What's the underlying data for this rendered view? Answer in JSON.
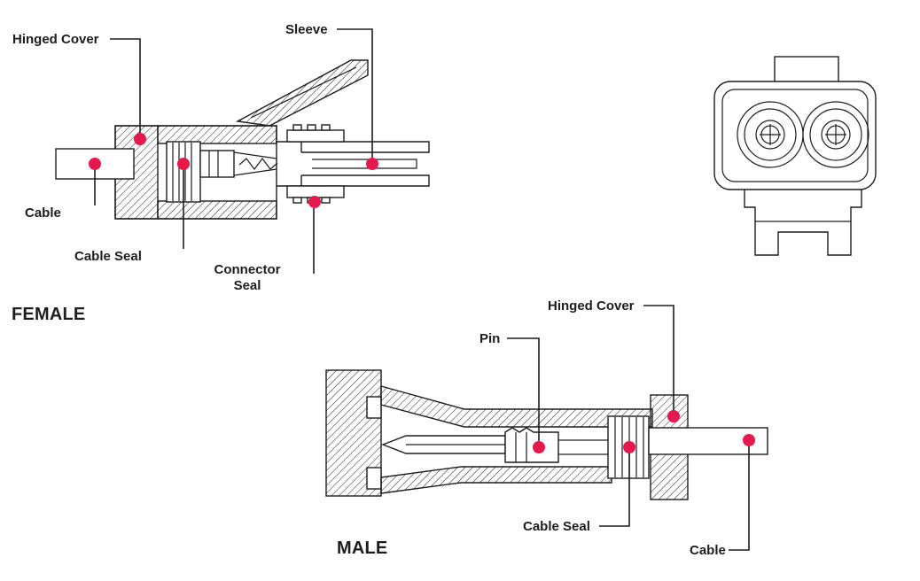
{
  "diagram": {
    "background": "#ffffff",
    "line_color": "#1d1d1b",
    "marker_color": "#e5194d",
    "female": {
      "title": "FEMALE",
      "labels": {
        "hinged_cover": "Hinged Cover",
        "sleeve": "Sleeve",
        "cable": "Cable",
        "cable_seal": "Cable Seal",
        "connector_seal": "Connector Seal"
      }
    },
    "male": {
      "title": "MALE",
      "labels": {
        "pin": "Pin",
        "hinged_cover": "Hinged Cover",
        "cable_seal": "Cable Seal",
        "cable": "Cable"
      }
    }
  }
}
